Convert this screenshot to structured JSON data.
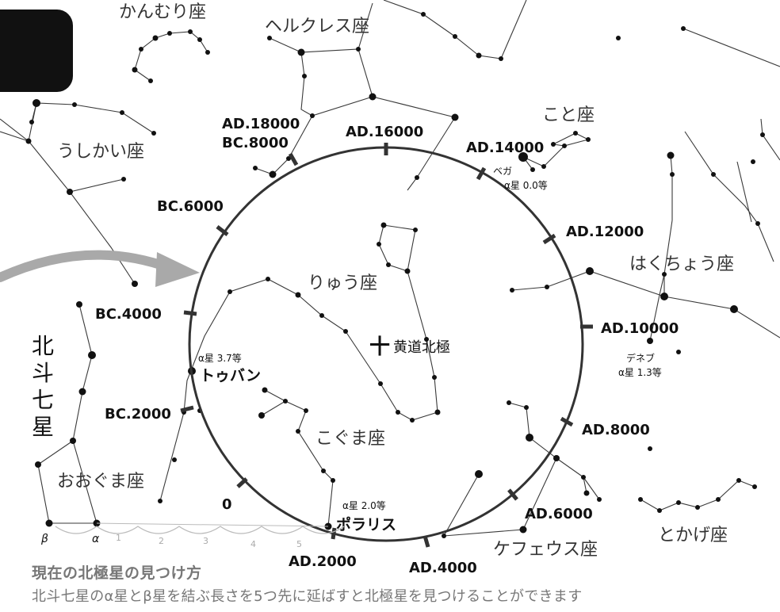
{
  "circle_labels": {
    "ad18000": "AD.18000",
    "bc8000": "BC.8000",
    "ad16000": "AD.16000",
    "ad14000": "AD.14000",
    "ad12000": "AD.12000",
    "ad10000": "AD.10000",
    "ad8000": "AD.8000",
    "ad6000": "AD.6000",
    "ad4000": "AD.4000",
    "ad2000": "AD.2000",
    "zero": "0",
    "bc2000": "BC.2000",
    "bc4000": "BC.4000",
    "bc6000": "BC.6000"
  },
  "center": {
    "label": "黄道北極",
    "mark": "十"
  },
  "constellations": {
    "kanmuri": "かんむり座",
    "herakles": "ヘルクレス座",
    "koto": "こと座",
    "ushikai": "うしかい座",
    "ryu": "りゅう座",
    "hakucho": "はくちょう座",
    "koguma": "こぐま座",
    "ooguma": "おおぐま座",
    "cepheus": "ケフェウス座",
    "tokage": "とかげ座",
    "hokuto_chars": [
      "北",
      "斗",
      "七",
      "星"
    ]
  },
  "stars": {
    "vega": {
      "name": "ベガ",
      "mag": "α星 0.0等"
    },
    "thuban": {
      "name": "トゥバン",
      "mag": "α星 3.7等"
    },
    "deneb": {
      "name": "デネブ",
      "mag": "α星 1.3等"
    },
    "polaris": {
      "name": "ポラリス",
      "mag": "α星 2.0等"
    }
  },
  "pointer": {
    "alpha": "α",
    "beta": "β",
    "steps": [
      "1",
      "2",
      "3",
      "4",
      "5"
    ]
  },
  "caption": {
    "title": "現在の北極星の見つけ方",
    "text": "北斗七星のα星とβ星を結ぶ長さを5つ先に延ばすと北極星を見つけることができます"
  },
  "colors": {
    "circle": "#333333",
    "arrow": "#a9a9a9",
    "caption": "#777777"
  }
}
